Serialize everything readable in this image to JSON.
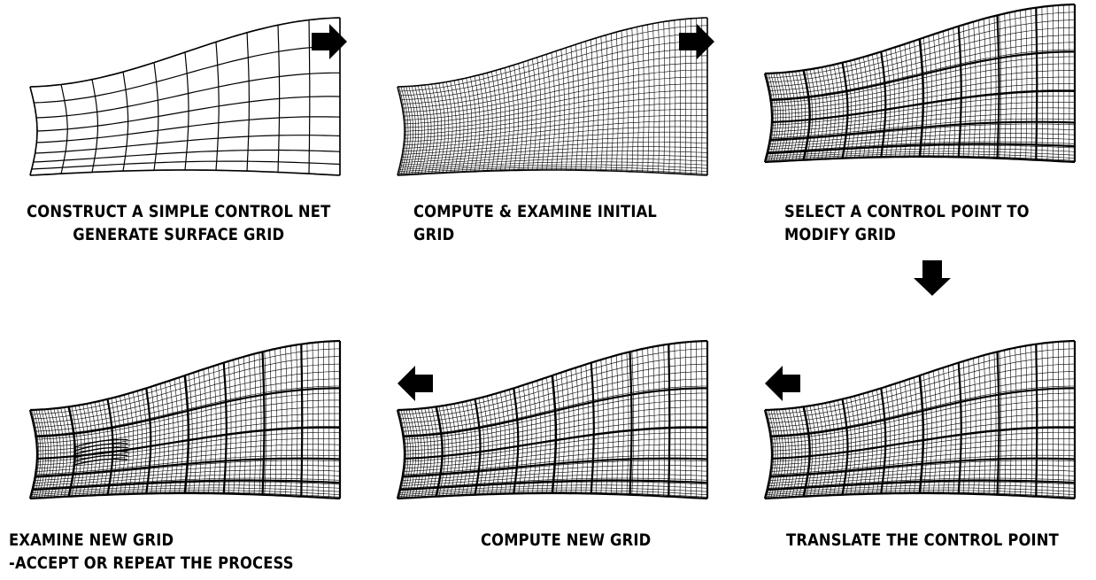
{
  "steps": [
    {
      "caption_lines": [
        "CONSTRUCT A SIMPLE CONTROL NET",
        "GENERATE SURFACE GRID"
      ],
      "grid_density": "coarse"
    },
    {
      "caption_lines": [
        "COMPUTE & EXAMINE INITIAL",
        "GRID"
      ],
      "grid_density": "fine"
    },
    {
      "caption_lines": [
        "SELECT A CONTROL POINT TO",
        "MODIFY GRID"
      ],
      "grid_density": "fine-with-control-net"
    },
    {
      "caption_lines": [
        "TRANSLATE THE CONTROL POINT"
      ],
      "grid_density": "fine-with-control-net"
    },
    {
      "caption_lines": [
        "COMPUTE NEW GRID"
      ],
      "grid_density": "fine-with-control-net"
    },
    {
      "caption_lines": [
        "EXAMINE NEW GRID",
        "-ACCEPT OR REPEAT THE PROCESS"
      ],
      "grid_density": "fine-modified"
    }
  ],
  "flow_arrows": [
    {
      "direction": "right",
      "icon": "right-arrow-icon"
    },
    {
      "direction": "right",
      "icon": "right-arrow-icon"
    },
    {
      "direction": "down",
      "icon": "down-arrow-icon"
    },
    {
      "direction": "left",
      "icon": "left-arrow-icon"
    },
    {
      "direction": "left",
      "icon": "left-arrow-icon"
    }
  ],
  "colors": {
    "ink": "#000000",
    "background": "#ffffff"
  }
}
